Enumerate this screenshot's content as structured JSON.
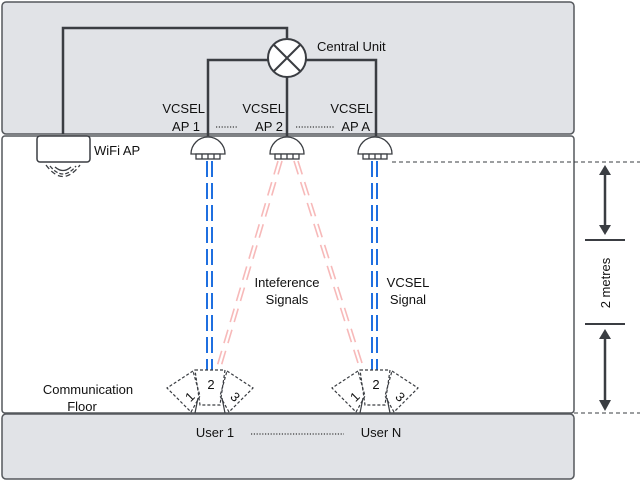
{
  "diagram": {
    "central_unit": "Central Unit",
    "wifi_ap": "WiFi AP",
    "access_points": [
      {
        "line1": "VCSEL",
        "line2": "AP 1"
      },
      {
        "line1": "VCSEL",
        "line2": "AP 2"
      },
      {
        "line1": "VCSEL",
        "line2": "AP A"
      }
    ],
    "ap_ellipsis": "·······",
    "interference": {
      "line1": "Inteference",
      "line2": "Signals"
    },
    "vcsel_signal": {
      "line1": "VCSEL",
      "line2": "Signal"
    },
    "floor": {
      "line1": "Communication",
      "line2": "Floor"
    },
    "users": [
      "User 1",
      "User N"
    ],
    "user_ellipsis": "..................................",
    "receiver_segments": [
      "1",
      "2",
      "3"
    ],
    "distance": "2 metres",
    "colors": {
      "ceiling": "#e1e3e7",
      "vcsel_signal": "#1f6fe0",
      "interference": "#f7b9b9",
      "line": "#3a3d42"
    }
  }
}
